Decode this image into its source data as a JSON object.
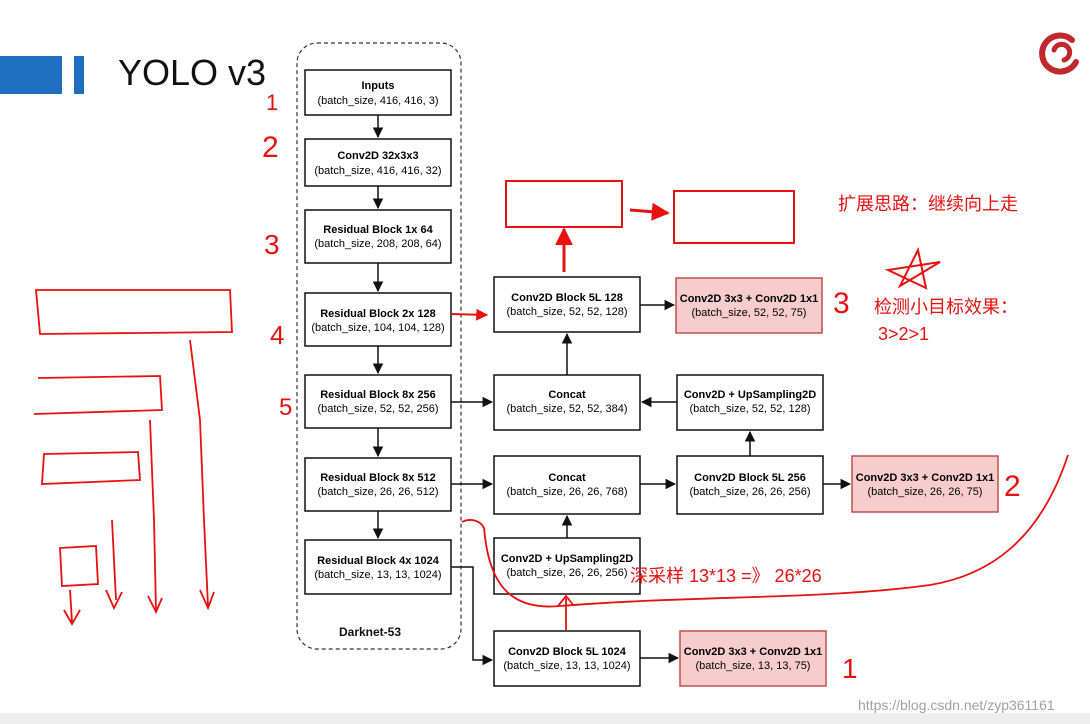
{
  "slide": {
    "title": "YOLO v3"
  },
  "backbone_label": "Darknet-53",
  "backbone": [
    {
      "name": "Inputs",
      "shape": "(batch_size, 416, 416, 3)"
    },
    {
      "name": "Conv2D 32x3x3",
      "shape": "(batch_size, 416, 416, 32)"
    },
    {
      "name": "Residual Block 1x  64",
      "shape": "(batch_size, 208, 208, 64)"
    },
    {
      "name": "Residual Block 2x  128",
      "shape": "(batch_size, 104, 104, 128)"
    },
    {
      "name": "Residual Block 8x  256",
      "shape": "(batch_size, 52, 52, 256)"
    },
    {
      "name": "Residual Block 8x  512",
      "shape": "(batch_size, 26, 26, 512)"
    },
    {
      "name": "Residual Block 4x  1024",
      "shape": "(batch_size, 13, 13, 1024)"
    }
  ],
  "neck": {
    "conv5l_128": {
      "name": "Conv2D Block 5L  128",
      "shape": "(batch_size, 52, 52, 128)"
    },
    "concat_52": {
      "name": "Concat",
      "shape": "(batch_size, 52, 52, 384)"
    },
    "upsample_52": {
      "name": "Conv2D + UpSampling2D",
      "shape": "(batch_size, 52, 52, 128)"
    },
    "concat_26": {
      "name": "Concat",
      "shape": "(batch_size, 26, 26, 768)"
    },
    "conv5l_256": {
      "name": "Conv2D Block 5L  256",
      "shape": "(batch_size, 26, 26, 256)"
    },
    "upsample_26": {
      "name": "Conv2D + UpSampling2D",
      "shape": "(batch_size, 26, 26, 256)"
    },
    "conv5l_1024": {
      "name": "Conv2D Block 5L  1024",
      "shape": "(batch_size, 13, 13, 1024)"
    }
  },
  "outputs": [
    {
      "name": "Conv2D 3x3 + Conv2D 1x1",
      "shape": "(batch_size, 52, 52, 75)"
    },
    {
      "name": "Conv2D 3x3 + Conv2D 1x1",
      "shape": "(batch_size, 26, 26, 75)"
    },
    {
      "name": "Conv2D 3x3 + Conv2D 1x1",
      "shape": "(batch_size, 13, 13, 75)"
    }
  ],
  "annotations": {
    "expand_idea": "扩展思路：继续向上走",
    "small_object_effect": "检测小目标效果：",
    "small_object_order": "3>2>1",
    "upsample_note": "深采样 13*13 =》 26*26",
    "scale_numbers": [
      "3",
      "2",
      "1"
    ],
    "left_numbers": [
      "1",
      "2",
      "3",
      "4",
      "5"
    ]
  },
  "watermark": "https://blog.csdn.net/zyp361161",
  "colors": {
    "accent_blue": "#1f6fc1",
    "annotation_red": "#e81010",
    "output_fill": "#f6cccc",
    "output_border": "#c0504d",
    "logo_red": "#c0282d"
  }
}
